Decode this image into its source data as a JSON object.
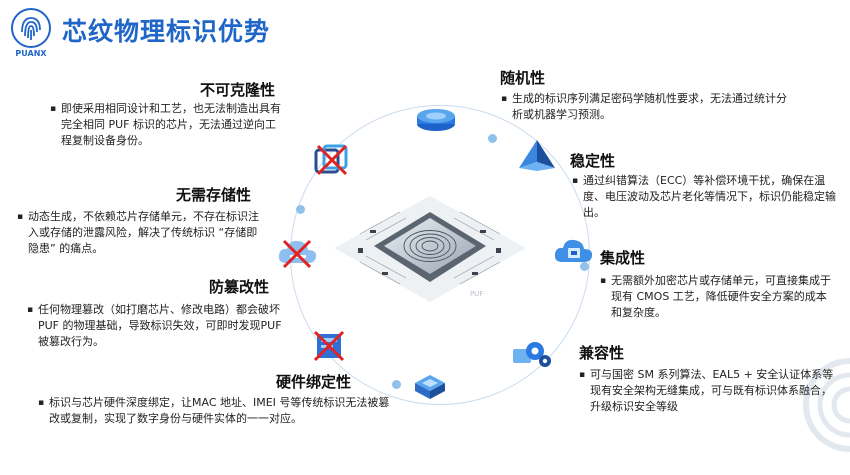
{
  "logo": {
    "icon": "fingerprint-logo",
    "text": "PUANX"
  },
  "header": {
    "title": "芯纹物理标识优势"
  },
  "chip": {
    "caption": "PUF"
  },
  "sections": {
    "unclonable": {
      "title": "不可克隆性",
      "bullet": "▪",
      "text": "即使采用相同设计和工艺，也无法制造出具有完全相同 PUF 标识的芯片，无法通过逆向工程复制设备身份。"
    },
    "no_storage": {
      "title": "无需存储性",
      "bullet": "▪",
      "text": "动态生成，不依赖芯片存储单元，不存在标识注入或存储的泄露风险，解决了传统标识 “存储即隐患” 的痛点。"
    },
    "tamper_proof": {
      "title": "防篡改性",
      "bullet": "▪",
      "text": "任何物理篡改（如打磨芯片、修改电路）都会破坏 PUF 的物理基础，导致标识失效，可即时发现PUF被篡改行为。"
    },
    "hardware_binding": {
      "title": "硬件绑定性",
      "bullet": "▪",
      "text": "标识与芯片硬件深度绑定，让MAC 地址、IMEI 号等传统标识无法被篡改或复制，实现了数字身份与硬件实体的一一对应。"
    },
    "randomness": {
      "title": "随机性",
      "bullet": "▪",
      "text": "生成的标识序列满足密码学随机性要求，无法通过统计分析或机器学习预测。"
    },
    "stability": {
      "title": "稳定性",
      "bullet": "▪",
      "text": "通过纠错算法（ECC）等补偿环境干扰，确保在温度、电压波动及芯片老化等情况下，标识仍能稳定输出。"
    },
    "integration": {
      "title": "集成性",
      "bullet": "▪",
      "text": "无需额外加密芯片或存储单元，可直接集成于现有 CMOS 工艺，降低硬件安全方案的成本和复杂度。"
    },
    "compatibility": {
      "title": "兼容性",
      "bullet": "▪",
      "text": "可与国密 SM 系列算法、EAL5 + 安全认证体系等现有安全架构无缝集成，可与既有标识体系融合，升级标识安全等级"
    }
  },
  "colors": {
    "title_blue": "#1f66c8",
    "ring": "#c9dcef",
    "dot": "#8fc1ea",
    "cross_red": "#e02424"
  }
}
